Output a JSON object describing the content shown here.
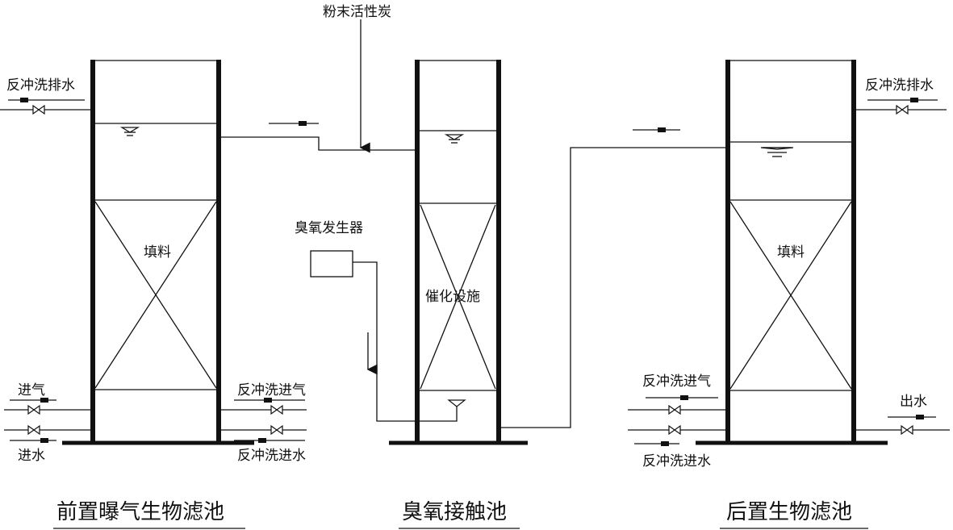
{
  "labels": {
    "pac": "粉末活性炭",
    "backwash_drain_left": "反冲洗排水",
    "backwash_drain_right": "反冲洗排水",
    "packing_left": "填料",
    "packing_right": "填料",
    "ozone_generator": "臭氧发生器",
    "catalyst": "催化设施",
    "air_in": "进气",
    "water_in": "进水",
    "backwash_air_left": "反冲洗进气",
    "backwash_water_left": "反冲洗进水",
    "backwash_air_right": "反冲洗进气",
    "backwash_water_right": "反冲洗进水",
    "water_out": "出水"
  },
  "titles": {
    "pre_filter": "前置曝气生物滤池",
    "ozone_tank": "臭氧接触池",
    "post_filter": "后置生物滤池"
  }
}
